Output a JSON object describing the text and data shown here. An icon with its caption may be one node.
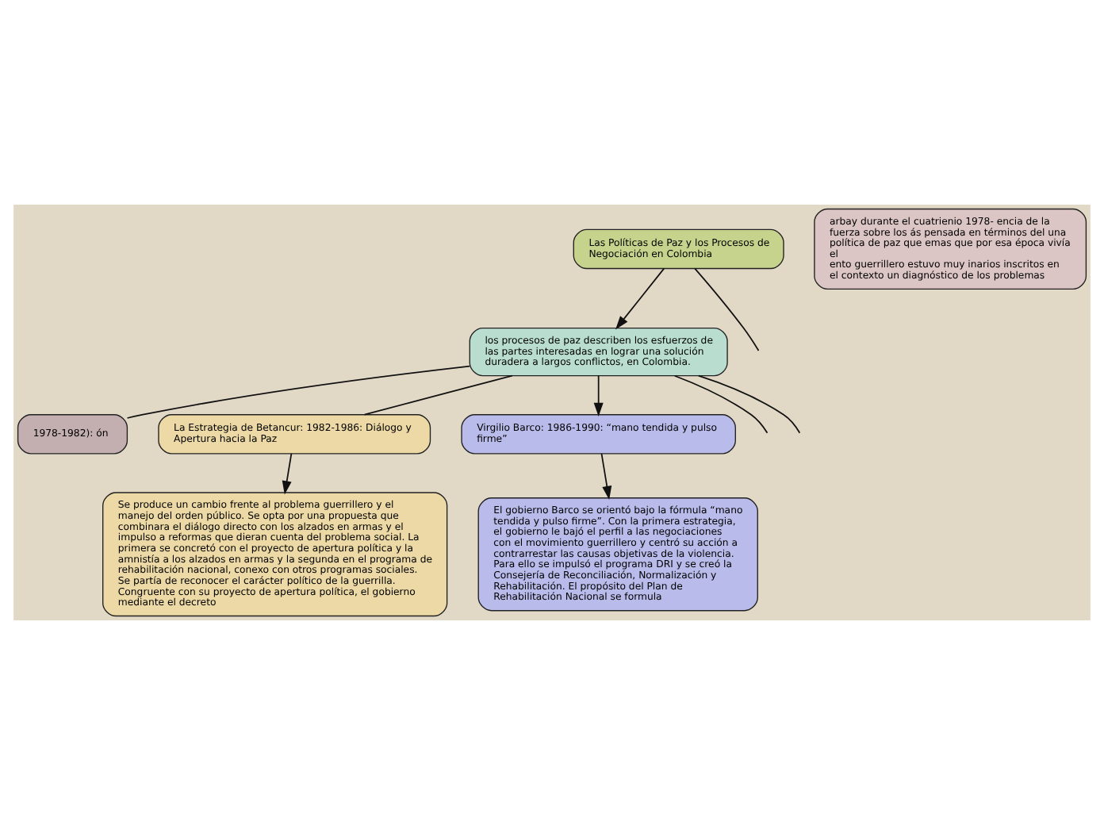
{
  "diagram": {
    "nodes": [
      {
        "text": [
          "Las Políticas de Paz y los Procesos de Negociación en Colombia"
        ]
      },
      {
        "text": [
          "los procesos de paz describen los esfuerzos de las partes interesadas en lograr una solución duradera a largos conflictos, en Colombia."
        ]
      },
      {
        "text": [
          "1978-1982): ón"
        ]
      },
      {
        "text": [
          "arbay durante el cuatrienio 1978- encia de la fuerza sobre los ás pensada en términos del una política de paz que emas que por esa época vivía el",
          "ento guerrillero estuvo muy inarios inscritos en el contexto un diagnóstico de los problemas"
        ]
      },
      {
        "text": [
          "La Estrategia de Betancur: 1982-1986: Diálogo y Apertura hacia la Paz"
        ]
      },
      {
        "text": [
          "Se produce un cambio frente al problema guerrillero y el manejo del orden público. Se opta por una propuesta que combinara el diálogo directo con los alzados en armas y el impulso a reformas que dieran cuenta del problema social. La primera se concretó con el proyecto de apertura política y la amnistía a los alzados en armas y la segunda en el programa de rehabilitación nacional, conexo con otros programas sociales.",
          "Se partía de reconocer el carácter político de la guerrilla. Congruente con su proyecto de apertura política, el gobierno mediante el decreto"
        ]
      },
      {
        "text": [
          "Virgilio Barco: 1986-1990: “mano tendida y pulso firme”"
        ]
      },
      {
        "text": [
          "El gobierno Barco se orientó bajo la fórmula “mano tendida y pulso firme”. Con la primera estrategia, el gobierno le bajó el perfil a las negociaciones con el movimiento guerrillero y centró su acción a contrarrestar las causas objetivas de la violencia. Para ello se impulsó el programa DRI y se creó la Consejería de Reconciliación, Normalización y Rehabilitación. El propósito del Plan de Rehabilitación Nacional se formula"
        ]
      }
    ],
    "edges": [
      {
        "from": 0,
        "to": 1,
        "arrow": "to"
      },
      {
        "from": 0,
        "to": null,
        "arrow": "none"
      },
      {
        "from": 1,
        "to": null,
        "arrow": "none"
      },
      {
        "from": 1,
        "to": 2,
        "arrow": "none"
      },
      {
        "from": 1,
        "to": 4,
        "arrow": "none"
      },
      {
        "from": 1,
        "to": 6,
        "arrow": "to"
      },
      {
        "from": 1,
        "to": null,
        "arrow": "none"
      },
      {
        "from": 4,
        "to": 5,
        "arrow": "to"
      },
      {
        "from": 6,
        "to": 7,
        "arrow": "to"
      }
    ]
  }
}
